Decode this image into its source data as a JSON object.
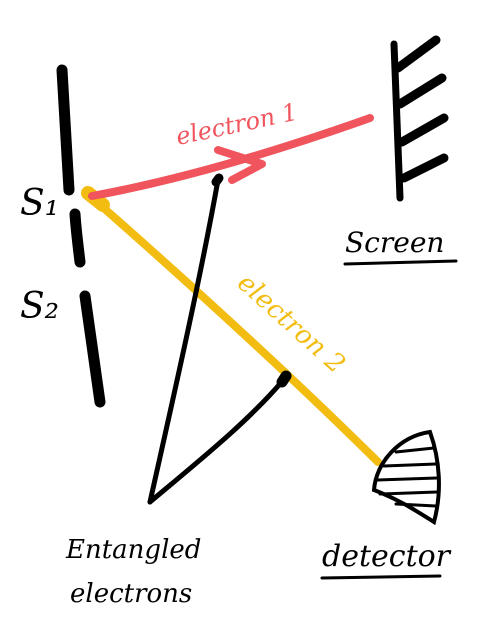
{
  "labels": {
    "slit_1": "S₁",
    "slit_2": "S₂",
    "electron_1": "electron 1",
    "electron_2": "electron 2",
    "screen": "Screen",
    "detector": "detector",
    "entangled_line1": "Entangled",
    "entangled_line2": "electrons"
  },
  "colors": {
    "electron_1": "#f0555e",
    "electron_2": "#f2bc10",
    "ink": "#000000",
    "background": "#ffffff"
  },
  "icons": {
    "screen": "hatched-screen-icon",
    "detector": "hatched-detector-icon",
    "direction": "arrowhead-icon"
  }
}
